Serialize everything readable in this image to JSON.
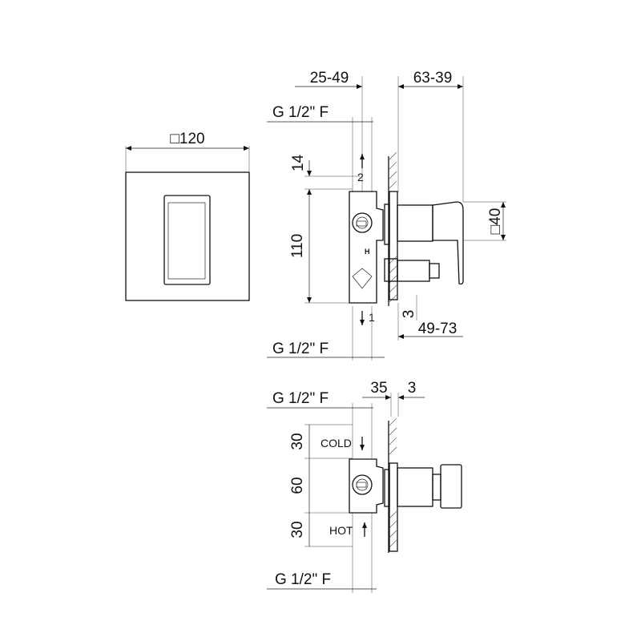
{
  "colors": {
    "line": "#111111",
    "background": "#ffffff"
  },
  "front_view": {
    "plate_size": "□120"
  },
  "side_view": {
    "top_offset": "25-49",
    "top_depth": "63-39",
    "top_thread": "G 1/2\" F",
    "outlet_2_gap": "14",
    "body_height": "110",
    "handle_size": "□40",
    "outlet_2_label": "2",
    "outlet_1_label": "1",
    "hot_mark": "H",
    "wall_gap": "3",
    "bottom_range": "49-73",
    "bottom_thread": "G 1/2\" F"
  },
  "bottom_view": {
    "top_thread": "G 1/2\" F",
    "depth": "35",
    "wall_gap": "3",
    "upper_gap": "30",
    "body_height": "60",
    "lower_gap": "30",
    "cold_label": "COLD",
    "hot_label": "HOT",
    "bottom_thread": "G 1/2\" F"
  }
}
